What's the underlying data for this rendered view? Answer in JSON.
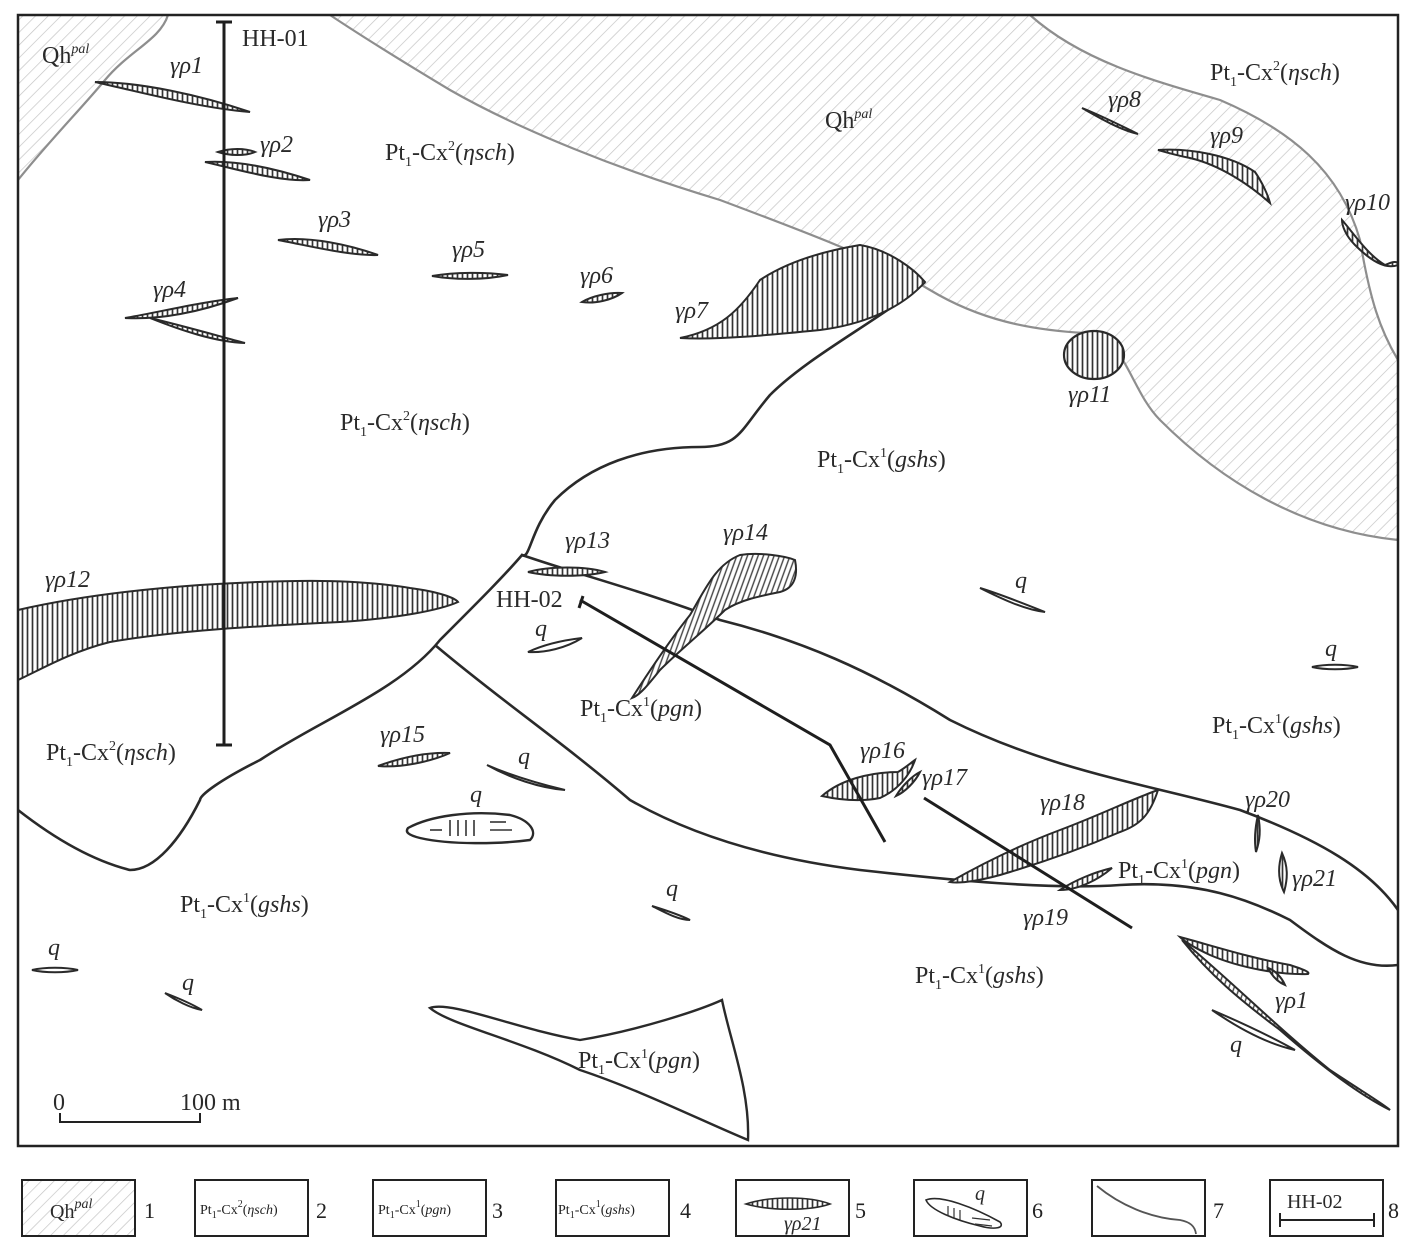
{
  "map": {
    "units": {
      "qh": "Qh",
      "qh_sup": "pal",
      "cx2_nsch": {
        "pre": "Pt",
        "sub": "1",
        "mid": "-Cx",
        "sup": "2",
        "rock": "ηsch"
      },
      "cx1_gshs": {
        "pre": "Pt",
        "sub": "1",
        "mid": "-Cx",
        "sup": "1",
        "rock": "gshs"
      },
      "cx1_pgn": {
        "pre": "Pt",
        "sub": "1",
        "mid": "-Cx",
        "sup": "1",
        "rock": "pgn"
      }
    },
    "dykes": {
      "gp1": "γρ1",
      "gp2": "γρ2",
      "gp3": "γρ3",
      "gp4": "γρ4",
      "gp5": "γρ5",
      "gp6": "γρ6",
      "gp7": "γρ7",
      "gp8": "γρ8",
      "gp9": "γρ9",
      "gp10": "γρ10",
      "gp11": "γρ11",
      "gp12": "γρ12",
      "gp13": "γρ13",
      "gp14": "γρ14",
      "gp15": "γρ15",
      "gp16": "γρ16",
      "gp17": "γρ17",
      "gp18": "γρ18",
      "gp19": "γρ19",
      "gp20": "γρ20",
      "gp21": "γρ21"
    },
    "quartz_label": "q",
    "sections": {
      "hh01": "HH-01",
      "hh02": "HH-02"
    },
    "scale": {
      "zero": "0",
      "distance": "100 m"
    }
  },
  "legend": {
    "items": [
      {
        "num": "1",
        "text": "Qh",
        "sup": "pal"
      },
      {
        "num": "2",
        "text": "Pt",
        "sub": "1",
        "mid": "-Cx",
        "sup": "2",
        "rock": "ηsch"
      },
      {
        "num": "3",
        "text": "Pt",
        "sub": "1",
        "mid": "-Cx",
        "sup": "1",
        "rock": "pgn"
      },
      {
        "num": "4",
        "text": "Pt",
        "sub": "1",
        "mid": "-Cx",
        "sup": "1",
        "rock": "gshs"
      },
      {
        "num": "5",
        "text": "γρ21"
      },
      {
        "num": "6",
        "text": "q"
      },
      {
        "num": "7"
      },
      {
        "num": "8",
        "text": "HH-02"
      }
    ]
  },
  "colors": {
    "frame": "#222222",
    "boundary": "#2a2a2a",
    "alluvium_boundary": "#8e8e8e",
    "hatch": "#bdbdbd",
    "dyke": "#2a2a2a"
  }
}
